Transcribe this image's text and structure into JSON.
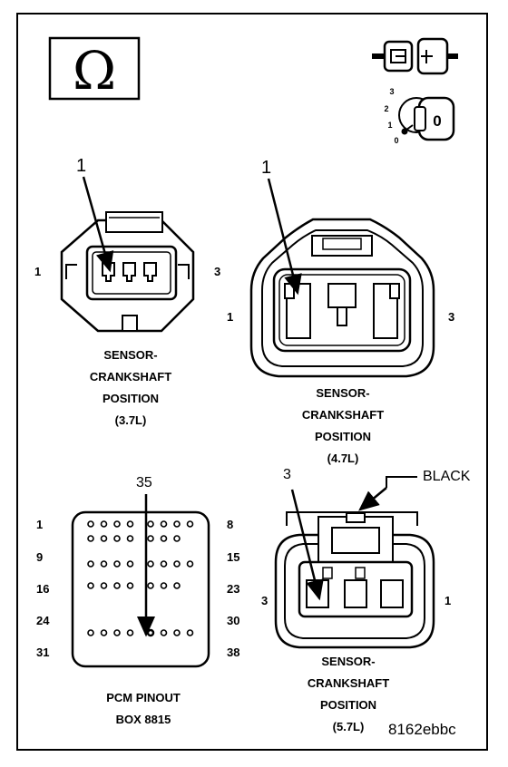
{
  "connector_37": {
    "callout": "1",
    "pin_left": "1",
    "pin_right": "3",
    "caption": [
      "SENSOR-",
      "CRANKSHAFT",
      "POSITION",
      "(3.7L)"
    ]
  },
  "connector_47": {
    "callout": "1",
    "pin_left": "1",
    "pin_right": "3",
    "caption": [
      "SENSOR-",
      "CRANKSHAFT",
      "POSITION",
      "(4.7L)"
    ]
  },
  "pcm_box": {
    "callout": "35",
    "row_left": [
      "1",
      "9",
      "16",
      "24",
      "31"
    ],
    "row_right": [
      "8",
      "15",
      "23",
      "30",
      "38"
    ],
    "caption": [
      "PCM PINOUT",
      "BOX 8815"
    ]
  },
  "connector_57": {
    "callout": "3",
    "color_label": "BLACK",
    "pin_left": "3",
    "pin_right": "1",
    "caption": [
      "SENSOR-",
      "CRANKSHAFT",
      "POSITION",
      "(5.7L)"
    ]
  },
  "icons": {
    "omega_symbol": "Ω",
    "ignition_positions": [
      "3",
      "2",
      "1",
      "0"
    ],
    "ignition_key_label": "0"
  },
  "figure_code": "8162ebbc"
}
